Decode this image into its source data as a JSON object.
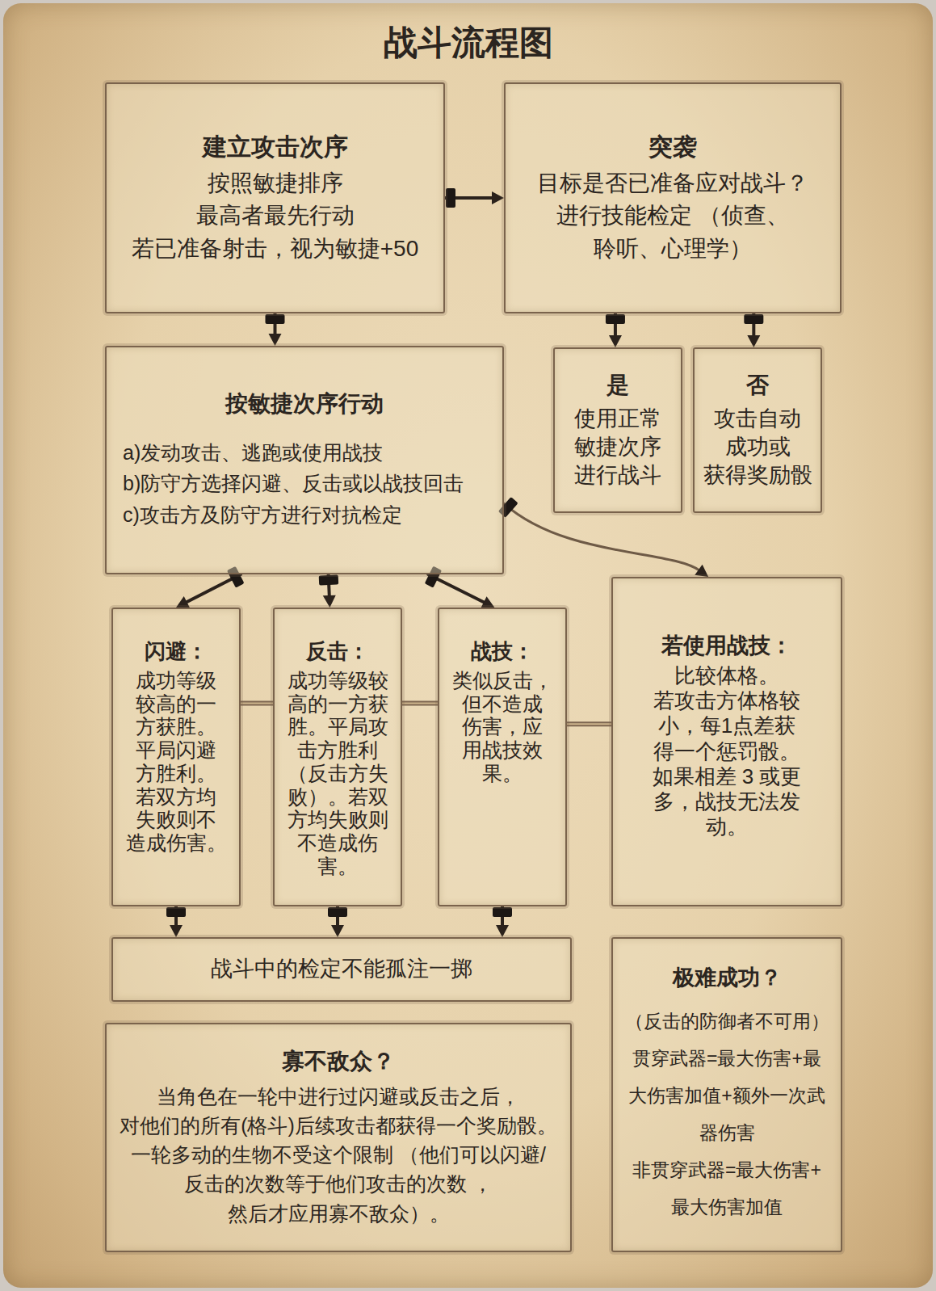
{
  "diagram": {
    "title": "战斗流程图",
    "nodes": [
      {
        "text": [
          "建立攻击次序",
          "按照敏捷排序 最高者最先行动 若已准备射击，视为敏捷+50"
        ]
      },
      {
        "text": [
          "突袭",
          "目标是否已准备应对战斗？ 进行技能检定 （侦查、聆听、心理学）"
        ]
      },
      {
        "text": [
          "按敏捷次序行动",
          "a)发动攻击、逃跑或使用战技",
          "b)防守方选择闪避、反击或以战技回击",
          "c)攻击方及防守方进行对抗检定"
        ]
      },
      {
        "text": [
          "是",
          "使用正常 敏捷次序 进行战斗"
        ]
      },
      {
        "text": [
          "否",
          "攻击自动 成功或 获得奖励骰"
        ]
      },
      {
        "text": [
          "闪避：",
          "成功等级 较高的一 方获胜。 平局闪避 方胜利。 若双方均 失败则不 造成伤害。"
        ]
      },
      {
        "text": [
          "反击：",
          "成功等级较 高的一方获 胜。平局攻 击方胜利 （反击方失 败）。若双 方均失败则 不造成伤 害。"
        ]
      },
      {
        "text": [
          "战技：",
          "类似反击， 但不造成 伤害，应 用战技效 果。"
        ]
      },
      {
        "text": [
          "若使用战技：",
          "比较体格。 若攻击方体格较 小，每1点差获 得一个惩罚骰。 如果相差 3 或更 多，战技无法发 动。"
        ]
      },
      {
        "text": [
          "战斗中的检定不能孤注一掷"
        ]
      },
      {
        "text": [
          "寡不敌众？",
          "当角色在一轮中进行过闪避或反击之后， 对他们的所有(格斗)后续攻击都获得一个奖励骰。 一轮多动的生物不受这个限制 （他们可以闪避/反击的次数等于他们攻击的次数 ，然后才应用寡不敌众）。"
        ]
      },
      {
        "text": [
          "极难成功？",
          "（反击的防御者不可用）",
          "贯穿武器=最大伤害+最 大伤害加值+额外一次武 器伤害",
          "非贯穿武器=最大伤害+ 最大伤害加值"
        ]
      }
    ],
    "edges": [
      {
        "from": 0,
        "to": 1,
        "arrow": "to"
      },
      {
        "from": 0,
        "to": 2,
        "arrow": "to"
      },
      {
        "from": 1,
        "to": 3,
        "arrow": "to"
      },
      {
        "from": 1,
        "to": 4,
        "arrow": "to"
      },
      {
        "from": 2,
        "to": 5,
        "arrow": "to"
      },
      {
        "from": 2,
        "to": 6,
        "arrow": "to"
      },
      {
        "from": 2,
        "to": 7,
        "arrow": "to"
      },
      {
        "from": 2,
        "to": 8,
        "arrow": "to"
      },
      {
        "from": 5,
        "to": 6,
        "arrow": "none"
      },
      {
        "from": 6,
        "to": 7,
        "arrow": "none"
      },
      {
        "from": 7,
        "to": 8,
        "arrow": "none"
      },
      {
        "from": 5,
        "to": 9,
        "arrow": "to"
      },
      {
        "from": 6,
        "to": 9,
        "arrow": "to"
      },
      {
        "from": 7,
        "to": 9,
        "arrow": "to"
      }
    ]
  }
}
